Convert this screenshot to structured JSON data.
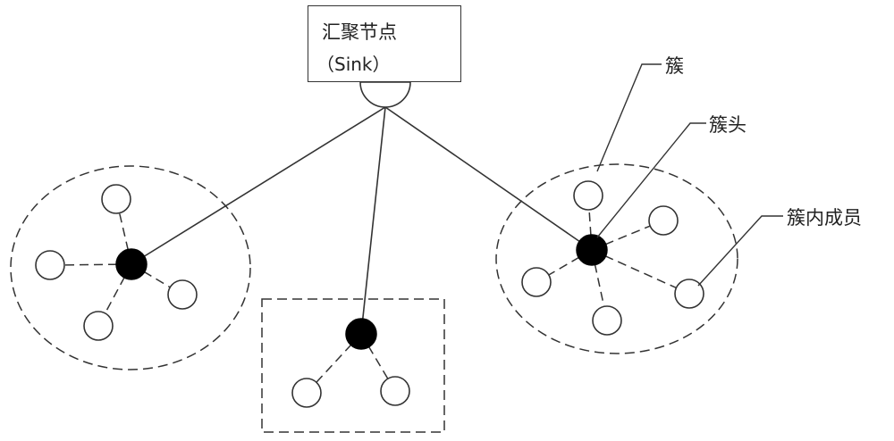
{
  "sink": {
    "title": "汇聚节点",
    "subtitle": "（Sink）"
  },
  "labels": {
    "cluster": "簇",
    "cluster_head": "簇头",
    "cluster_member": "簇内成员"
  },
  "colors": {
    "line": "#333333",
    "head_fill": "#000000",
    "member_fill": "#ffffff"
  }
}
